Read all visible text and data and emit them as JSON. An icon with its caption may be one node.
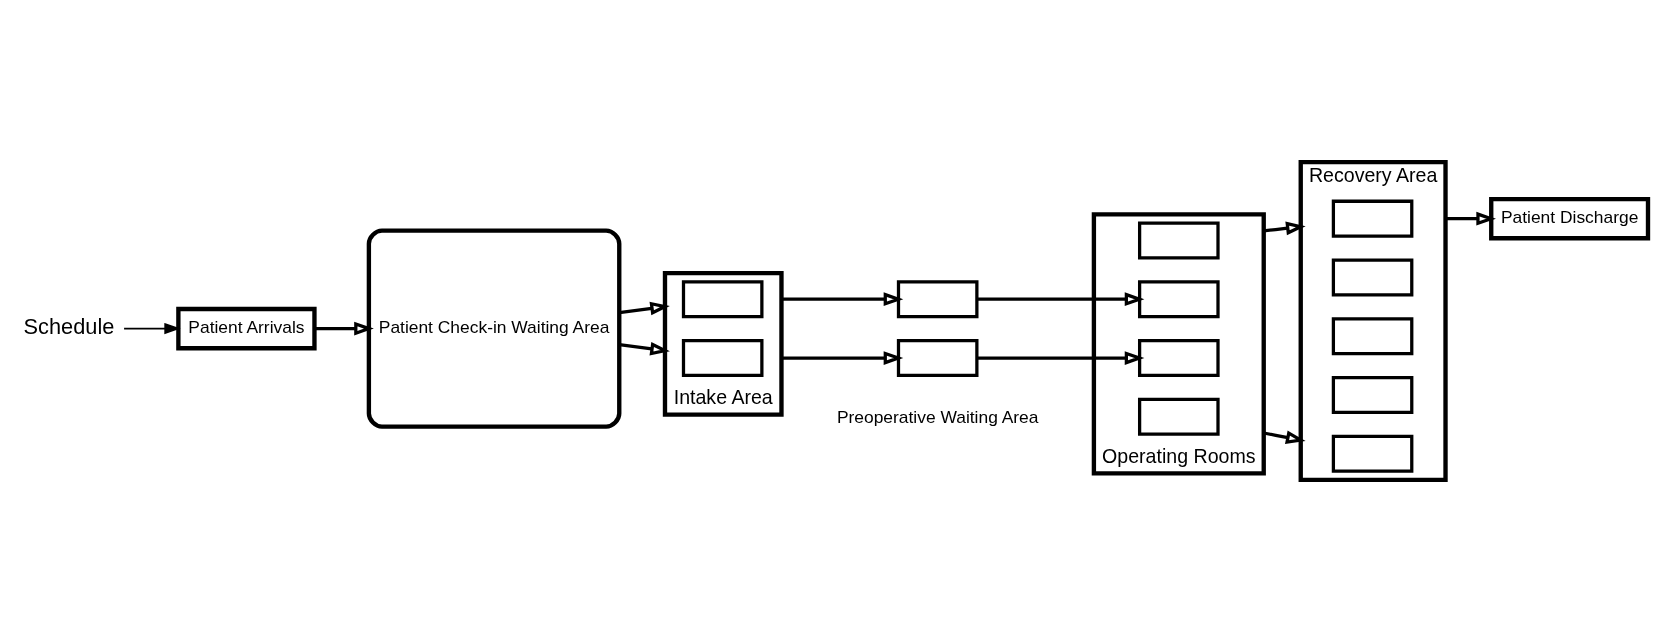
{
  "diagram": {
    "nodes": [
      {
        "text": [
          "Schedule"
        ]
      },
      {
        "text": [
          "Patient Arrivals"
        ]
      },
      {
        "text": [
          "Patient Check-in Waiting Area"
        ]
      },
      {
        "text": [
          "Intake Area"
        ]
      },
      {
        "text": [],
        "shape": "box",
        "in": 3
      },
      {
        "text": [],
        "shape": "box",
        "in": 3
      },
      {
        "text": [],
        "shape": "box"
      },
      {
        "text": [],
        "shape": "box"
      },
      {
        "text": [
          "Operating Rooms"
        ]
      },
      {
        "text": [],
        "shape": "box",
        "in": 8
      },
      {
        "text": [],
        "shape": "box",
        "in": 8
      },
      {
        "text": [],
        "shape": "box",
        "in": 8
      },
      {
        "text": [],
        "shape": "box",
        "in": 8
      },
      {
        "text": [
          "Recovery Area"
        ]
      },
      {
        "text": [],
        "shape": "box",
        "in": 13
      },
      {
        "text": [],
        "shape": "box",
        "in": 13
      },
      {
        "text": [],
        "shape": "box",
        "in": 13
      },
      {
        "text": [],
        "shape": "box",
        "in": 13
      },
      {
        "text": [],
        "shape": "box",
        "in": 13
      },
      {
        "text": [
          "Patient Discharge"
        ]
      }
    ],
    "edges": [
      {
        "from": 0,
        "to": 1,
        "arrow": "to"
      },
      {
        "from": 1,
        "to": 2,
        "arrow": "to"
      },
      {
        "from": 2,
        "to": 3,
        "arrow": "to"
      },
      {
        "from": 2,
        "to": 3,
        "arrow": "to"
      },
      {
        "from": 3,
        "to": 6,
        "arrow": "to"
      },
      {
        "from": 3,
        "to": 7,
        "arrow": "to"
      },
      {
        "from": 6,
        "to": 10,
        "arrow": "to"
      },
      {
        "from": 7,
        "to": 11,
        "arrow": "to"
      },
      {
        "from": 8,
        "to": 13,
        "arrow": "to"
      },
      {
        "from": 8,
        "to": 13,
        "arrow": "to"
      },
      {
        "from": 13,
        "to": 19,
        "arrow": "to"
      }
    ],
    "labels": [
      "Preoperative Waiting Area"
    ]
  }
}
